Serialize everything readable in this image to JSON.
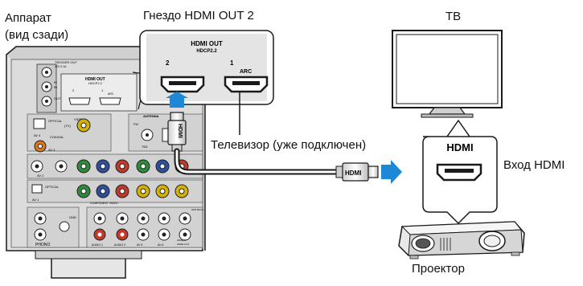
{
  "labels": {
    "unit_line1": "Аппарат",
    "unit_line2": "(вид сзади)",
    "jack_caption": "Гнездо HDMI OUT 2",
    "tv": "ТВ",
    "tv_connected": "Телевизор (уже подключен)",
    "hdmi_input": "Вход HDMI",
    "projector": "Проектор"
  },
  "zoom_panel": {
    "title": "HDMI OUT",
    "subtitle": "HDCP2.2",
    "port_left": "2",
    "port_right": "1",
    "port_right_tag": "ARC"
  },
  "input_panel": {
    "title": "HDMI"
  },
  "cable": {
    "plug_label_vertical": "HDMI",
    "plug_label_horizontal": "HDMI"
  },
  "rear_panel_text": {
    "trigger_out": "TRIGGER OUT",
    "trigger_spec": "12V 0.1A",
    "ir": "IR",
    "in": "IN",
    "out": "OUT",
    "remote": "REMOTE",
    "hdmi_out": "HDMI OUT",
    "hdcp": "HDCP2.2",
    "p2": "2",
    "p1": "1",
    "arc": "ARC",
    "antenna": "ANTENNA",
    "fm": "FM",
    "ohm": "75Ω",
    "optical": "OPTICAL",
    "tv": "(TV)",
    "video": "VIDEO",
    "av4": "AV 4",
    "coaxial": "COAXIAL",
    "av3": "AV 3",
    "av2": "AV 2",
    "av1": "AV 1",
    "optical2": "OPTICAL",
    "component_video": "COMPONENT VIDEO",
    "gnd": "GND",
    "phono": "PHONO",
    "audio1": "AUDIO 1",
    "audio2": "AUDIO 2",
    "av5": "AV 5",
    "av6": "AV 6",
    "zone2": "ZONE 2",
    "zone_out": "ZONE OUT",
    "sur": "SUR BACK"
  },
  "colors": {
    "arrow": "#1e88d8",
    "outline": "#1a1a1a",
    "panel_fill": "#d9d9d9",
    "panel_dark": "#bdbdbd",
    "jack_green": "#2e8b3a",
    "jack_blue": "#2d4f9c",
    "jack_red": "#c0392b",
    "jack_yellow": "#d6b200",
    "jack_orange": "#d7781c",
    "jack_white": "#ffffff"
  }
}
